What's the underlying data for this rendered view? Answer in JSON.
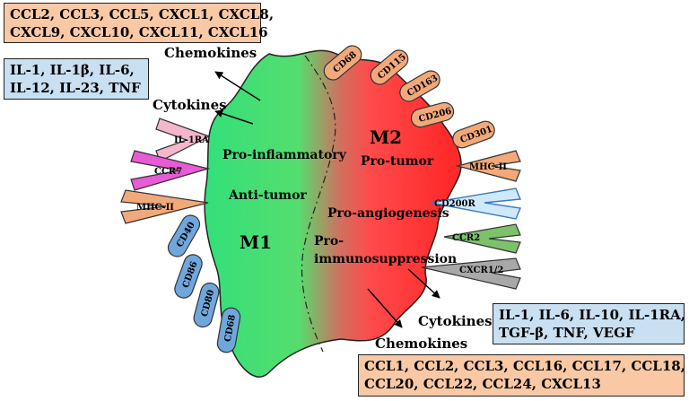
{
  "boxes": {
    "m1_chemokines": {
      "lines": [
        "CCL2, CCL3, CCL5, CXCL1, CXCL8,",
        "CXCL9, CXCL10, CXCL11, CXCL16"
      ]
    },
    "m1_cytokines": {
      "lines": [
        "IL-1, IL-1β, IL-6,",
        "IL-12, IL-23, TNF"
      ]
    },
    "m2_cytokines": {
      "lines": [
        "IL-1, IL-6, IL-10, IL-1RA,",
        "TGF-β, TNF, VEGF"
      ]
    },
    "m2_chemokines": {
      "lines": [
        "CCL1, CCL2, CCL3, CCL16, CCL17, CCL18,",
        "CCL20, CCL22, CCL24, CXCL13"
      ]
    }
  },
  "labels": {
    "m1_chemokines_label": "Chemokines",
    "m1_cytokines_label": "Cytokines",
    "m2_cytokines_label": "Cytokines",
    "m2_chemokines_label": "Chemokines",
    "m1": "M1",
    "m2": "M2",
    "pro_inflammatory": "Pro-inflammatory",
    "anti_tumor": "Anti-tumor",
    "pro_tumor": "Pro-tumor",
    "pro_angiogenesis": "Pro-angiogenesis",
    "pro": "Pro-",
    "immunosuppression": "immunosuppression"
  },
  "receptors": {
    "il1ra": "IL-1RA",
    "ccr7": "CCR7",
    "mhc2_left": "MHC-II",
    "cd40": "CD40",
    "cd86": "CD86",
    "cd80": "CD80",
    "cd68_left": "CD68",
    "cd68_right": "CD68",
    "cd115": "CD115",
    "cd163": "CD163",
    "cd206": "CD206",
    "cd301": "CD301",
    "mhc2_right": "MHC-II",
    "cd200r": "CD200R",
    "ccr2": "CCR2",
    "cxcr12": "CXCR1/2"
  },
  "colors": {
    "m1_green": "#33e07a",
    "m2_red": "#ff3b3b",
    "peach": "#f9c9a6",
    "blue_box": "#c9dff2",
    "receptor_orange": "#f2a97a",
    "receptor_blue": "#6fa7dd",
    "il1ra_pink": "#f4b6cc",
    "ccr7_magenta": "#e85ad6",
    "cd200r_light_blue": "#cfe9fb",
    "ccr2_green": "#7cc26a",
    "cxcr_gray": "#a8a8a8"
  }
}
